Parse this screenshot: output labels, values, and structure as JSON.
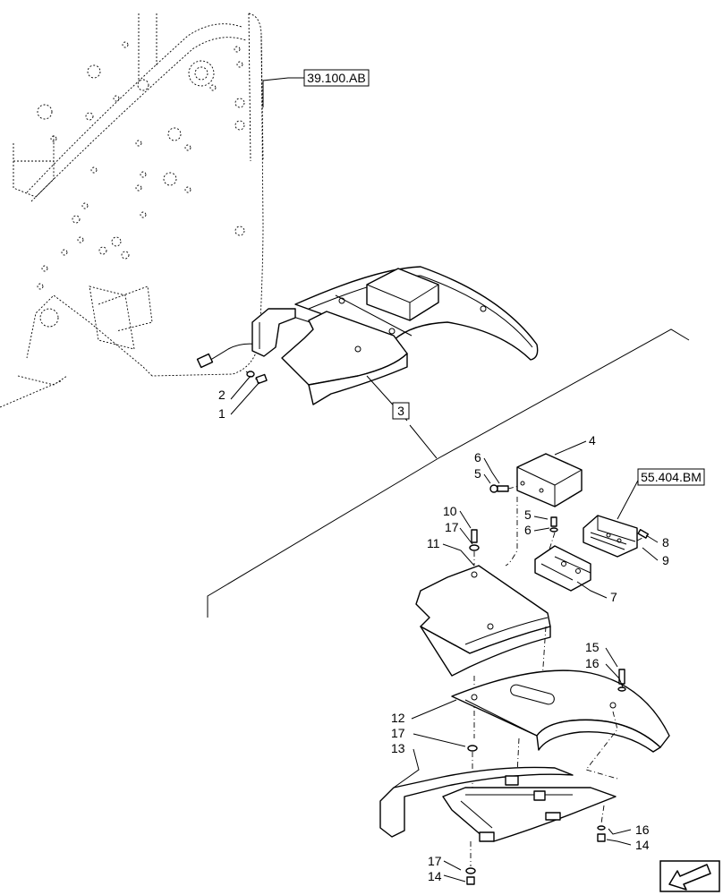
{
  "references": {
    "top_ref": "39.100.AB",
    "light_ref": "55.404.BM",
    "assembly_callout": "3"
  },
  "callouts": {
    "c1": "1",
    "c2": "2",
    "c4": "4",
    "c5a": "5",
    "c6a": "6",
    "c5b": "5",
    "c6b": "6",
    "c7": "7",
    "c8": "8",
    "c9": "9",
    "c10": "10",
    "c11": "11",
    "c12": "12",
    "c13": "13",
    "c14a": "14",
    "c14b": "14",
    "c15": "15",
    "c16a": "16",
    "c16b": "16",
    "c17a": "17",
    "c17b": "17",
    "c17c": "17"
  },
  "icons": {
    "nav": "direction-arrow-icon"
  }
}
